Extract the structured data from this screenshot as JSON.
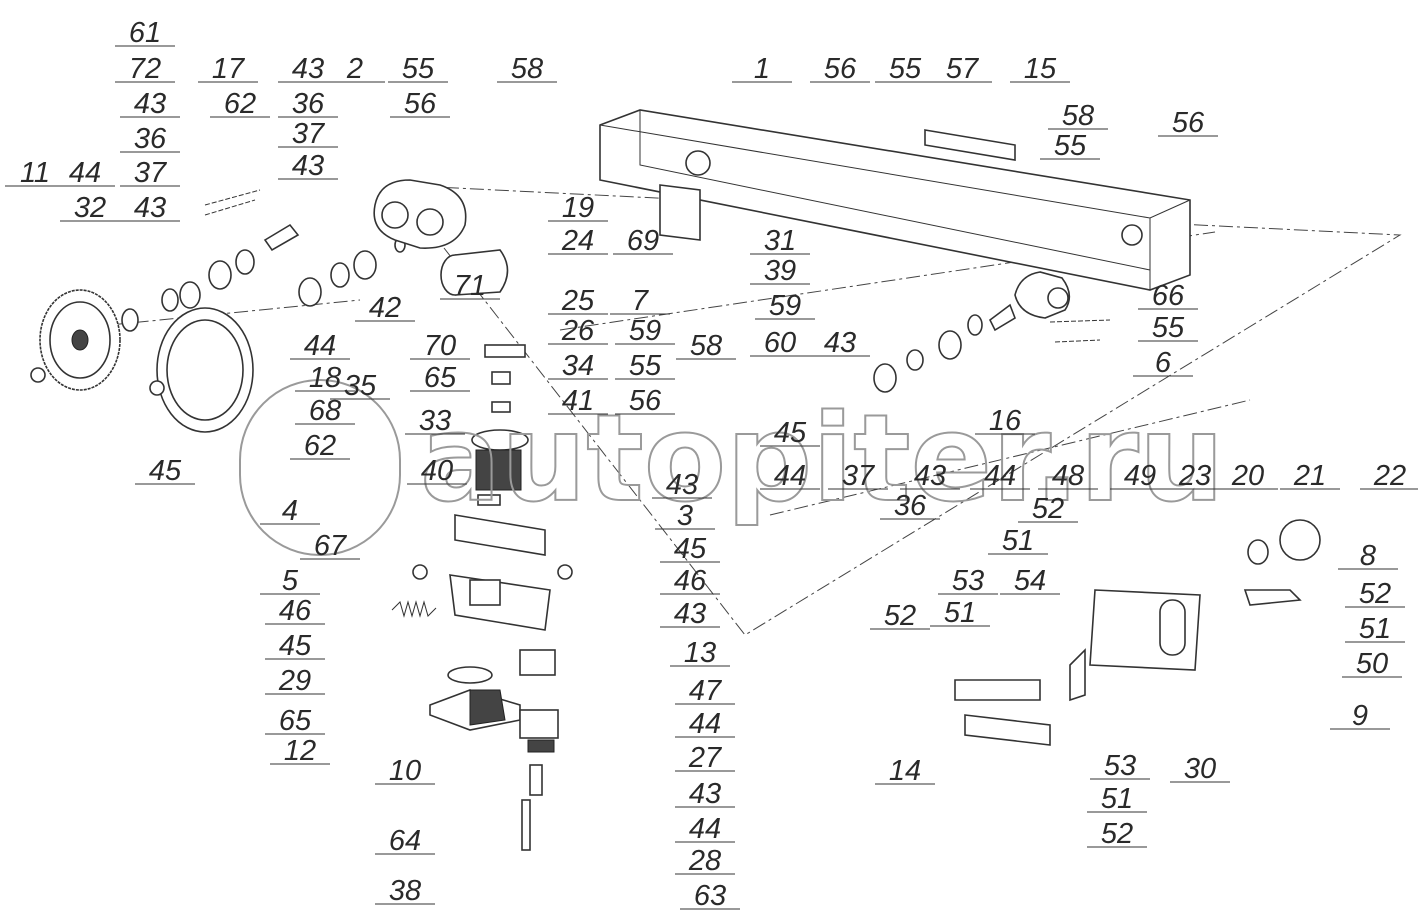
{
  "diagram": {
    "watermark": "autopiter.ru",
    "labels": [
      "61",
      "72",
      "17",
      "62",
      "43",
      "36",
      "37",
      "43",
      "2",
      "55",
      "56",
      "58",
      "43",
      "36",
      "37",
      "43",
      "11",
      "44",
      "32",
      "19",
      "24",
      "69",
      "25",
      "26",
      "34",
      "41",
      "7",
      "59",
      "55",
      "56",
      "58",
      "71",
      "42",
      "70",
      "65",
      "35",
      "68",
      "33",
      "62",
      "40",
      "4",
      "67",
      "5",
      "18",
      "44",
      "45",
      "1",
      "56",
      "55",
      "57",
      "15",
      "58",
      "55",
      "56",
      "31",
      "39",
      "59",
      "60",
      "66",
      "55",
      "6",
      "43",
      "45",
      "44",
      "37",
      "36",
      "43",
      "16",
      "44",
      "48",
      "49",
      "23",
      "20",
      "21",
      "22",
      "52",
      "51",
      "8",
      "52",
      "51",
      "50",
      "9",
      "53",
      "54",
      "51",
      "52",
      "14",
      "53",
      "51",
      "52",
      "30",
      "3",
      "45",
      "46",
      "43",
      "13",
      "47",
      "44",
      "27",
      "43",
      "44",
      "28",
      "63",
      "46",
      "45",
      "29",
      "65",
      "12",
      "10",
      "64",
      "38",
      "43"
    ]
  }
}
